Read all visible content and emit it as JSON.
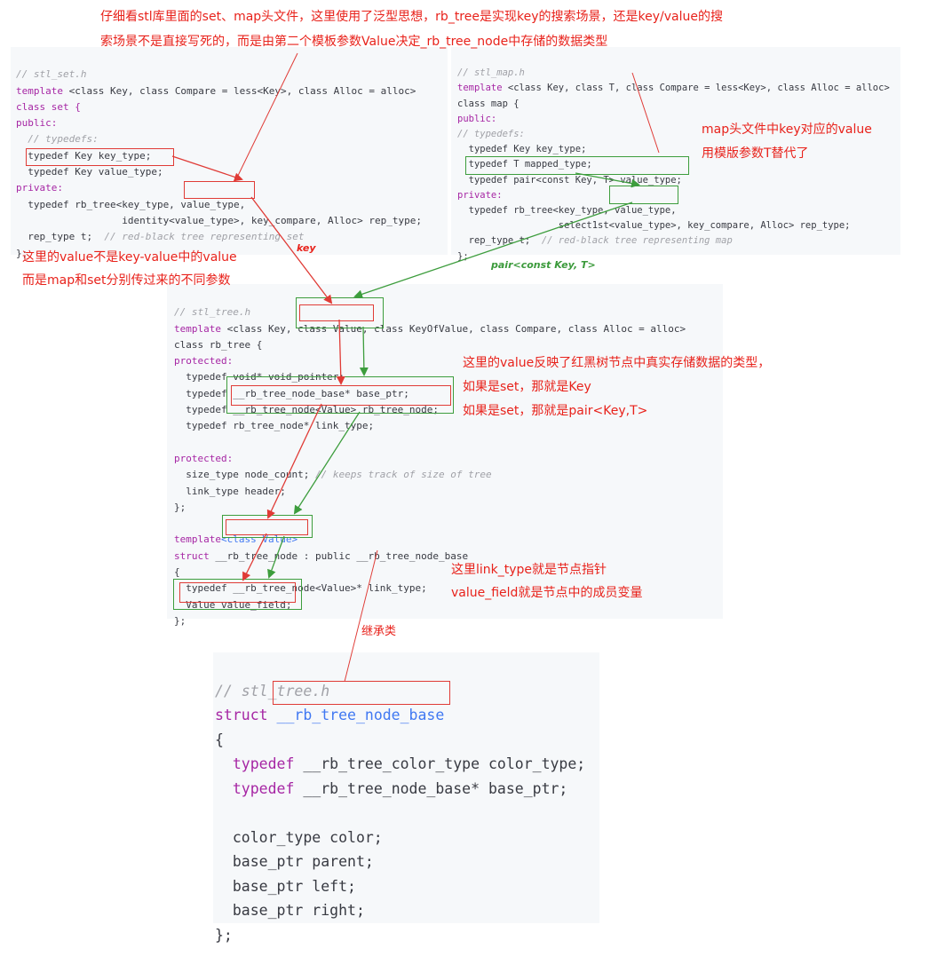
{
  "set_code": {
    "comment": "// stl_set.h",
    "l2_kw": "template",
    "l2_rest": " <class Key, class Compare = less<Key>, class Alloc = alloc>",
    "l3": "class set {",
    "l4": "public:",
    "l5": "  // typedefs:",
    "l6": "  typedef Key key_type;",
    "l7": "  typedef Key value_type;",
    "l8": "private:",
    "l9": "  typedef rb_tree<key_type, value_type,",
    "l10": "                  identity<value_type>, key_compare, Alloc> rep_type;",
    "l11_code": "  rep_type t;  ",
    "l11_cm": "// red-black tree representing set",
    "l12": "};"
  },
  "map_code": {
    "comment": "// stl_map.h",
    "l2_kw": "template",
    "l2_rest": " <class Key, class T, class Compare = less<Key>, class Alloc = alloc>",
    "l3": "class map {",
    "l4": "public:",
    "l5": "// typedefs:",
    "l6": "  typedef Key key_type;",
    "l7": "  typedef T mapped_type;",
    "l8": "  typedef pair<const Key, T> value_type;",
    "l9": "private:",
    "l10": "  typedef rb_tree<key_type, value_type,",
    "l11": "                  select1st<value_type>, key_compare, Alloc> rep_type;",
    "l12_code": "  rep_type t;  ",
    "l12_cm": "// red-black tree representing map",
    "l13": "};"
  },
  "tree_code": {
    "comment": "// stl_tree.h",
    "l2_kw": "template",
    "l2_rest": " <class Key, class Value, class KeyOfValue, class Compare, class Alloc = alloc>",
    "l3": "class rb_tree {",
    "l4": "protected:",
    "l5": "  typedef void* void_pointer;",
    "l6": "  typedef __rb_tree_node_base* base_ptr;",
    "l7": "  typedef __rb_tree_node<Value> rb_tree_node;",
    "l8": "  typedef rb_tree_node* link_type;",
    "l9": "",
    "l10": "protected:",
    "l11_code": "  size_type node_count; ",
    "l11_cm": "// keeps track of size of tree",
    "l12": "  link_type header;",
    "l13": "};",
    "l14": "",
    "l15_kw": "template",
    "l15_rest": "<class Value>",
    "l16_kw": "struct",
    "l16_rest": " __rb_tree_node : public __rb_tree_node_base",
    "l17": "{",
    "l18": "  typedef __rb_tree_node<Value>* link_type;",
    "l19": "  Value value_field;",
    "l20": "};"
  },
  "base_code": {
    "comment": "// stl_tree.h",
    "l2_kw": "struct",
    "l2_rest": "__rb_tree_node_base",
    "l3": "{",
    "l4_kw": "typedef",
    "l4_rest": " __rb_tree_color_type color_type;",
    "l5_kw": "typedef",
    "l5_rest": " __rb_tree_node_base* base_ptr;",
    "l6": "",
    "l7": "  color_type color;",
    "l8": "  base_ptr parent;",
    "l9": "  base_ptr left;",
    "l10": "  base_ptr right;",
    "l11": "};"
  },
  "annotations": {
    "top_line1": "仔细看stl库里面的set、map头文件，这里使用了泛型思想，rb_tree是实现key的搜索场景，还是key/value的搜",
    "top_line2": "索场景不是直接写死的，而是由第二个模板参数Value决定_rb_tree_node中存储的数据类型",
    "map_note_line1": "map头文件中key对应的value",
    "map_note_line2": "用模版参数T替代了",
    "left_note_line1": "这里的value不是key-value中的value",
    "left_note_line2": "而是map和set分别传过来的不同参数",
    "key_label": "key",
    "pair_label": "pair<const Key, T>",
    "value_note_line1": "这里的value反映了红黑树节点中真实存储数据的类型，",
    "value_note_line2": "如果是set，那就是Key",
    "value_note_line3": "如果是set，那就是pair<Key,T>",
    "link_note_line1": "这里link_type就是节点指针",
    "link_note_line2": "value_field就是节点中的成员变量",
    "inherit_label": "继承类"
  },
  "colors": {
    "annotation_red": "#e8221b",
    "arrow_green": "#3d9d3d",
    "code_bg": "#f6f8fa"
  }
}
